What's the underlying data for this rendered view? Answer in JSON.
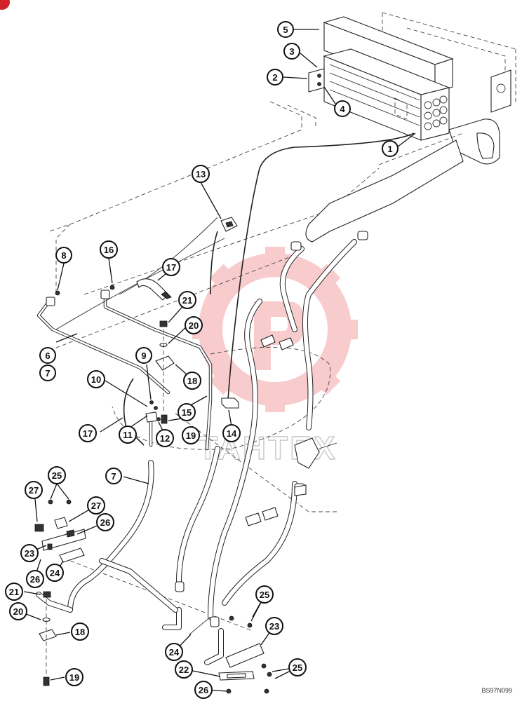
{
  "figure": {
    "reference_code": "BS97N099",
    "watermark_text": "TAHTEX",
    "watermark_color": "#f4a3a6",
    "accent_color": "#d2232a",
    "callouts": [
      {
        "id": "c1",
        "label": "1"
      },
      {
        "id": "c2",
        "label": "2"
      },
      {
        "id": "c3",
        "label": "3"
      },
      {
        "id": "c4",
        "label": "4"
      },
      {
        "id": "c5",
        "label": "5"
      },
      {
        "id": "c6",
        "label": "6"
      },
      {
        "id": "c7a",
        "label": "7"
      },
      {
        "id": "c7b",
        "label": "7"
      },
      {
        "id": "c8",
        "label": "8"
      },
      {
        "id": "c9",
        "label": "9"
      },
      {
        "id": "c10",
        "label": "10"
      },
      {
        "id": "c11",
        "label": "11"
      },
      {
        "id": "c12",
        "label": "12"
      },
      {
        "id": "c13",
        "label": "13"
      },
      {
        "id": "c14",
        "label": "14"
      },
      {
        "id": "c15",
        "label": "15"
      },
      {
        "id": "c16",
        "label": "16"
      },
      {
        "id": "c17a",
        "label": "17"
      },
      {
        "id": "c17b",
        "label": "17"
      },
      {
        "id": "c18a",
        "label": "18"
      },
      {
        "id": "c18b",
        "label": "18"
      },
      {
        "id": "c19a",
        "label": "19"
      },
      {
        "id": "c19b",
        "label": "19"
      },
      {
        "id": "c20a",
        "label": "20"
      },
      {
        "id": "c20b",
        "label": "20"
      },
      {
        "id": "c21a",
        "label": "21"
      },
      {
        "id": "c21b",
        "label": "21"
      },
      {
        "id": "c22",
        "label": "22"
      },
      {
        "id": "c23a",
        "label": "23"
      },
      {
        "id": "c23b",
        "label": "23"
      },
      {
        "id": "c24a",
        "label": "24"
      },
      {
        "id": "c24b",
        "label": "24"
      },
      {
        "id": "c25a",
        "label": "25"
      },
      {
        "id": "c25b",
        "label": "25"
      },
      {
        "id": "c25c",
        "label": "25"
      },
      {
        "id": "c26a",
        "label": "26"
      },
      {
        "id": "c26b",
        "label": "26"
      },
      {
        "id": "c26c",
        "label": "26"
      },
      {
        "id": "c27a",
        "label": "27"
      },
      {
        "id": "c27b",
        "label": "27"
      }
    ]
  }
}
